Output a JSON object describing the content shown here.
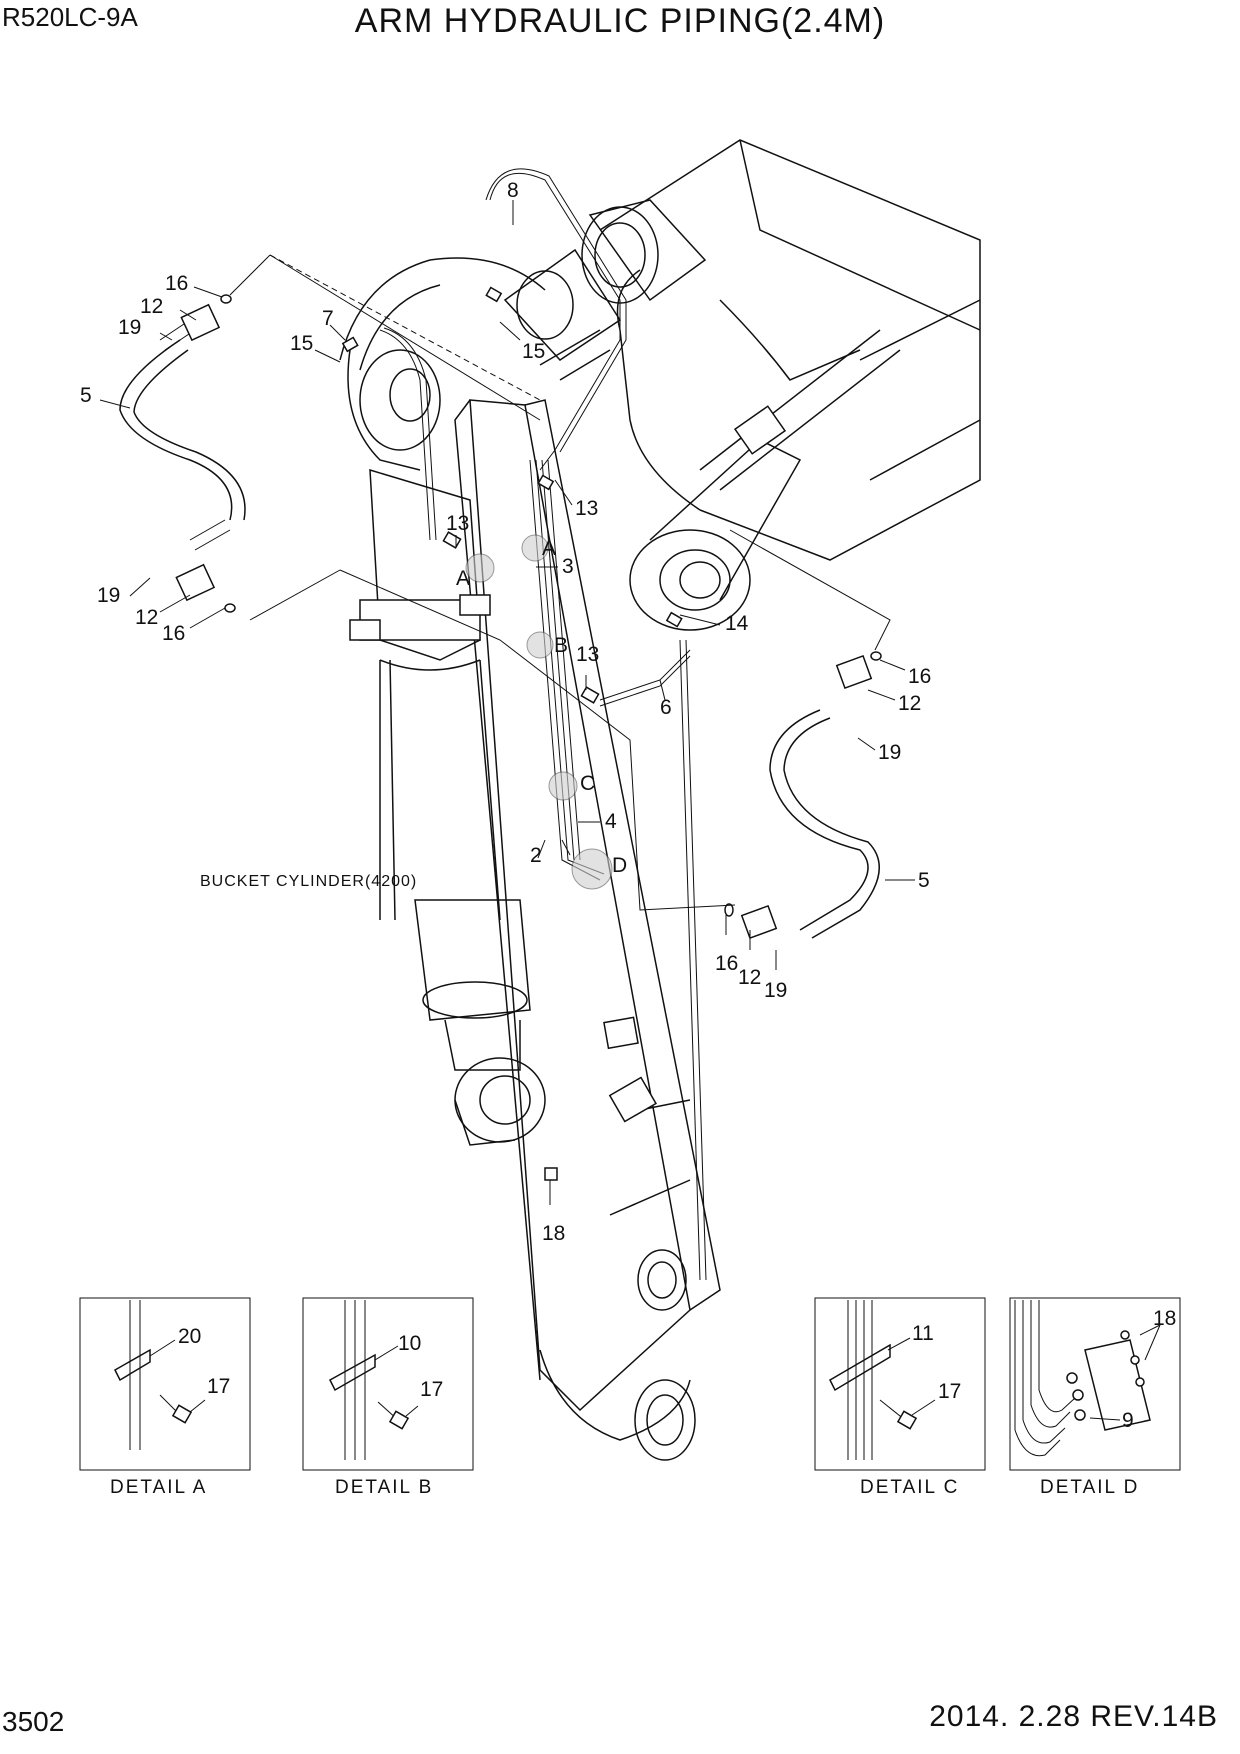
{
  "header": {
    "model": "R520LC-9A",
    "title": "ARM HYDRAULIC PIPING(2.4M)"
  },
  "footer": {
    "page_number": "3502",
    "revision": "2014. 2.28  REV.14B"
  },
  "note": "BUCKET CYLINDER(4200)",
  "callouts": {
    "c1": "16",
    "c2": "12",
    "c3": "19",
    "c4": "5",
    "c5": "19",
    "c6": "12",
    "c7": "16",
    "c8": "8",
    "c9": "7",
    "c10": "15",
    "c11": "15",
    "c12": "13",
    "c13": "13",
    "c14": "A",
    "c15": "A",
    "c16": "3",
    "c17": "B",
    "c18": "13",
    "c19": "14",
    "c20": "6",
    "c21": "16",
    "c22": "12",
    "c23": "19",
    "c24": "C",
    "c25": "4",
    "c26": "2",
    "c27": "D",
    "c28": "5",
    "c29": "16",
    "c30": "12",
    "c31": "19",
    "c32": "18"
  },
  "details": [
    {
      "label": "DETAIL  A",
      "parts": [
        "20",
        "17"
      ]
    },
    {
      "label": "DETAIL  B",
      "parts": [
        "10",
        "17"
      ]
    },
    {
      "label": "DETAIL  C",
      "parts": [
        "11",
        "17"
      ]
    },
    {
      "label": "DETAIL  D",
      "parts": [
        "18",
        "9"
      ]
    }
  ]
}
